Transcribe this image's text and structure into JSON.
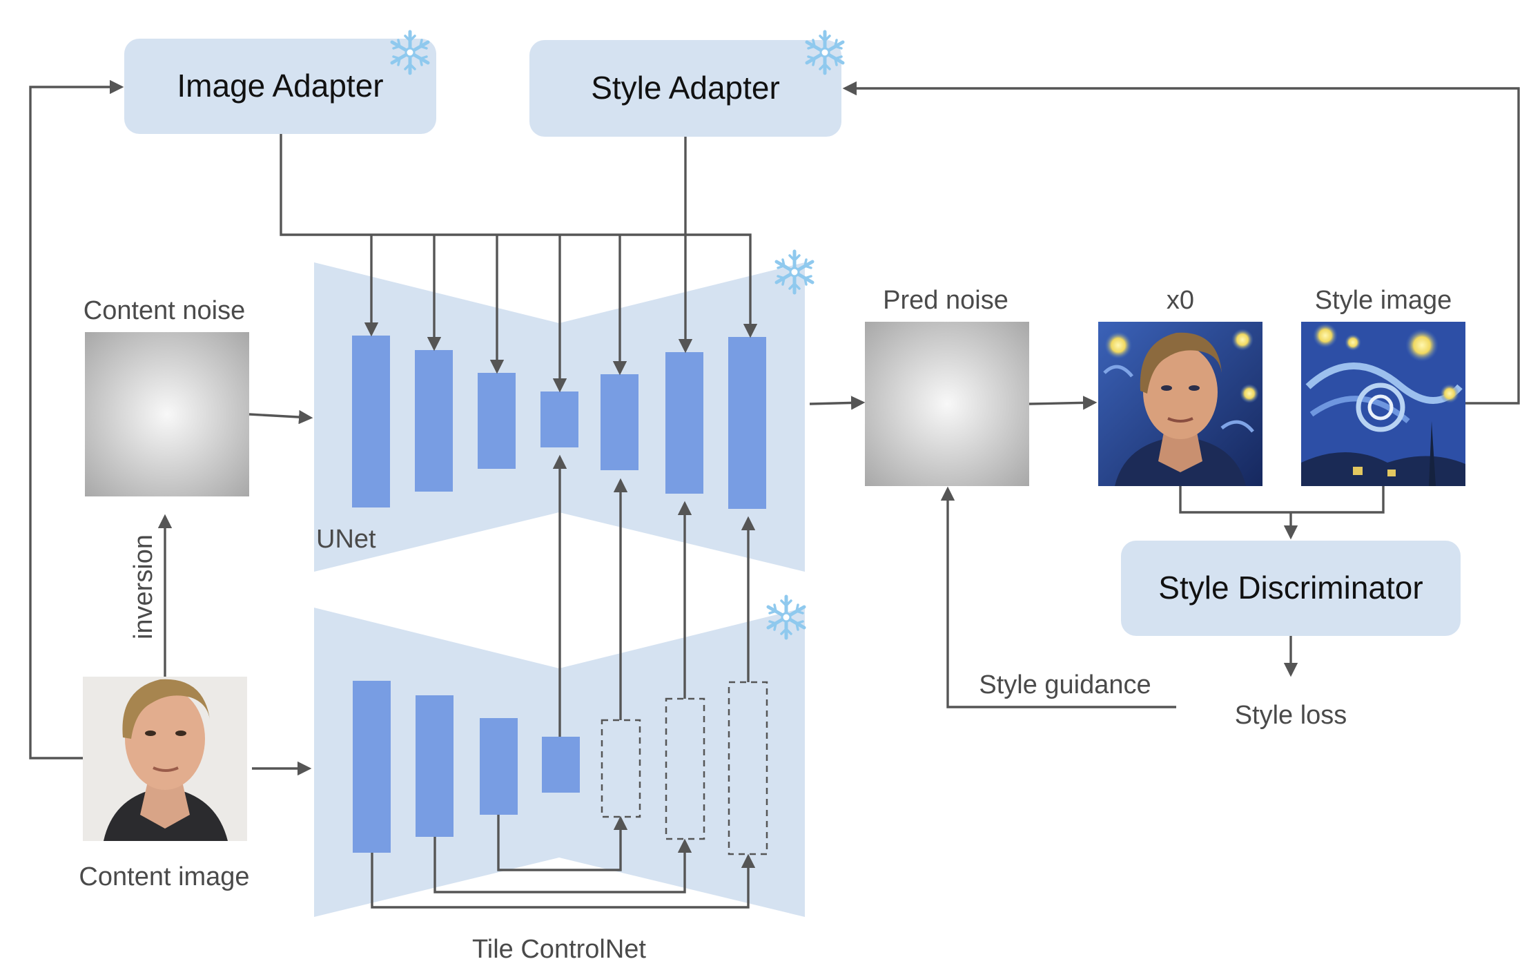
{
  "diagram": {
    "image_adapter": {
      "label": "Image Adapter"
    },
    "style_adapter": {
      "label": "Style Adapter"
    },
    "style_discriminator": {
      "label": "Style Discriminator"
    },
    "content_noise": {
      "label": "Content noise"
    },
    "content_image": {
      "label": "Content image"
    },
    "pred_noise": {
      "label": "Pred noise"
    },
    "x0": {
      "label": "x0"
    },
    "style_image": {
      "label": "Style image"
    },
    "unet": {
      "label": "UNet"
    },
    "tile_controlnet": {
      "label": "Tile ControlNet"
    },
    "inversion": {
      "label": "inversion"
    },
    "style_guidance": {
      "label": "Style guidance"
    },
    "style_loss": {
      "label": "Style loss"
    }
  },
  "colors": {
    "box_fill": "#d5e2f1",
    "network_fill": "#d5e2f1",
    "block_fill": "#789de3",
    "line": "#555555",
    "frozen_icon": "#8fc9ee"
  },
  "icons": {
    "frozen": "snowflake-icon",
    "content_image": "portrait-photo",
    "x0": "stylized-portrait",
    "style_image": "starry-night-painting"
  }
}
